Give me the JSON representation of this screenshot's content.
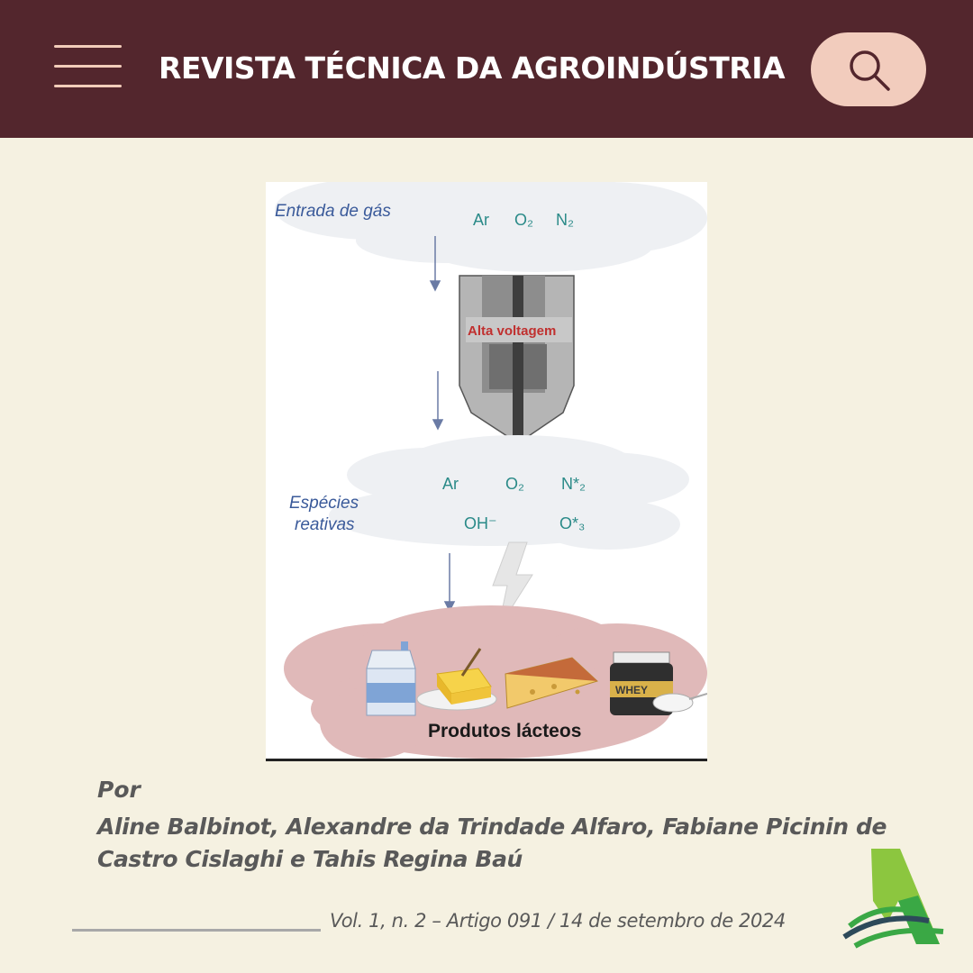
{
  "header": {
    "title": "REVISTA TÉCNICA DA AGROINDÚSTRIA",
    "menu_icon": "hamburger-menu-icon",
    "search_icon": "search-icon",
    "background_color": "#53262d",
    "accent_color": "#f2ccbd"
  },
  "figure": {
    "gas_input_label": "Entrada de gás",
    "gas_inputs": [
      "Ar",
      "O₂",
      "N₂"
    ],
    "voltage_label": "Alta voltagem",
    "reactive_label_line1": "Espécies",
    "reactive_label_line2": "reativas",
    "reactive_species_row1": [
      "Ar",
      "O₂",
      "N*₂"
    ],
    "reactive_species_row2": [
      "OH⁻",
      "O*₃"
    ],
    "products_label": "Produtos lácteos",
    "whey_label": "WHEY"
  },
  "byline": {
    "prefix": "Por",
    "authors": "Aline Balbinot, Alexandre da Trindade Alfaro, Fabiane Picinin de Castro Cislaghi e Tahis Regina Baú"
  },
  "issue": {
    "text": "Vol. 1, n. 2 – Artigo 091 / 14 de setembro de 2024"
  },
  "logo": {
    "icon": "agroindustria-logo-icon",
    "colors": [
      "#8cc63f",
      "#3aa845",
      "#2d4a5a"
    ]
  }
}
